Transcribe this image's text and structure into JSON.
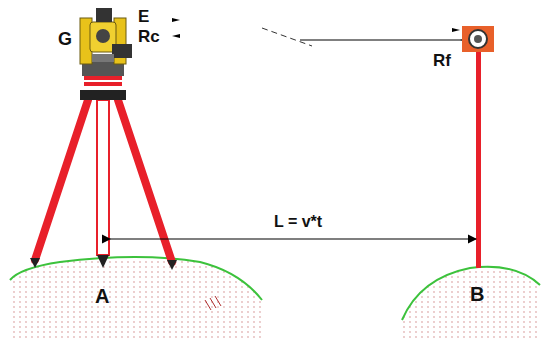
{
  "diagram": {
    "labels": [
      "G",
      "E",
      "Rc",
      "Rf",
      "L = v*t",
      "A",
      "B"
    ]
  }
}
